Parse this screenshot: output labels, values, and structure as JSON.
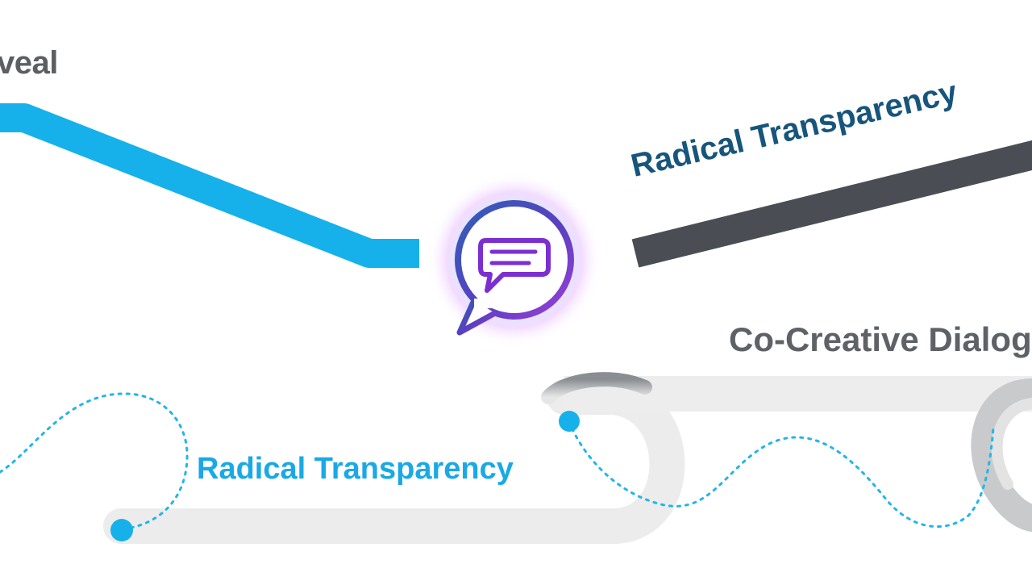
{
  "labels": {
    "reveal": "veal",
    "radical_transparency_top": "Radical Transparency",
    "co_creative_dialog": "Co-Creative Dialog",
    "radical_transparency_bottom": "Radical Transparency"
  },
  "icons": {
    "center": "chat-bubble-icon"
  },
  "colors": {
    "blue_path": "#16b1ea",
    "dark_path": "#4a4e54",
    "gray_path": "#e9e9e9",
    "dotted_path": "#22b5e8",
    "glow_blue": "#5ec8ff",
    "glow_magenta": "#d04dff",
    "icon_purple": "#7b2fd0",
    "icon_navy": "#2b3f8f",
    "text_dark_blue": "#16557c",
    "text_light_blue": "#1aa9e6",
    "text_gray": "#5b5e63"
  }
}
